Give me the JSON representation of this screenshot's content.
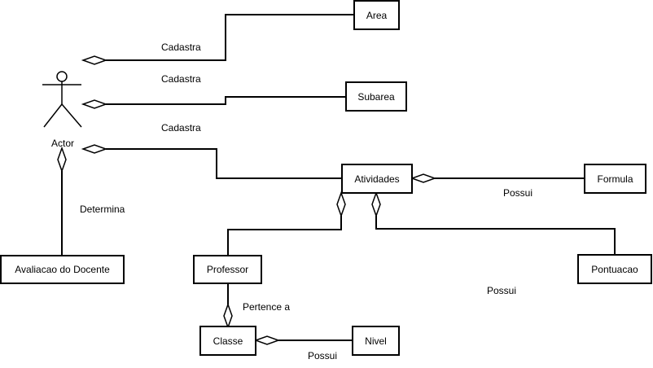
{
  "actor": {
    "label": "Actor"
  },
  "entities": {
    "area": "Area",
    "subarea": "Subarea",
    "atividades": "Atividades",
    "formula": "Formula",
    "avaliacao": "Avaliacao do Docente",
    "professor": "Professor",
    "pontuacao": "Pontuacao",
    "classe": "Classe",
    "nivel": "Nivel"
  },
  "relations": {
    "cadastra_area": "Cadastra",
    "cadastra_subarea": "Cadastra",
    "cadastra_atividades": "Cadastra",
    "determina": "Determina",
    "possui_formula": "Possui",
    "possui_pontuacao": "Possui",
    "pertence": "Pertence a",
    "possui_nivel": "Possui"
  },
  "colors": {
    "stroke": "#000000",
    "background": "#ffffff"
  }
}
